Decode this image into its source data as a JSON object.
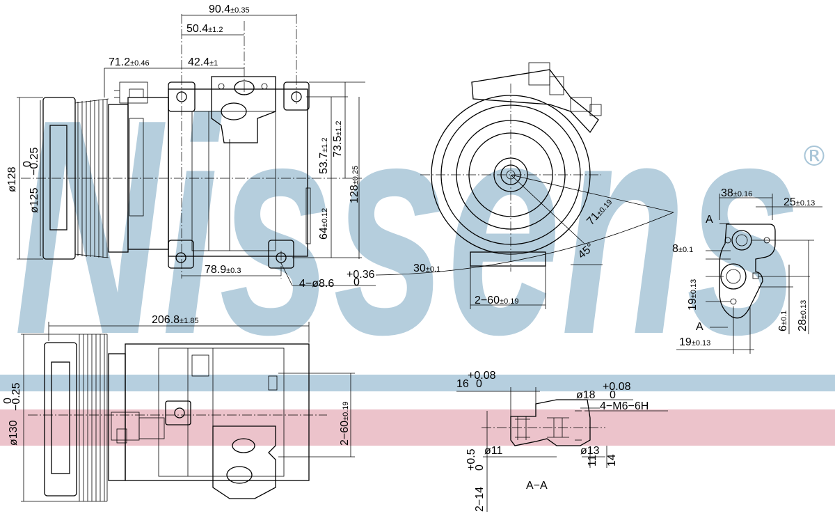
{
  "watermark": {
    "brand": "Nissens",
    "registered_mark": "®",
    "band_color_blue": "#9dbfd4",
    "band_color_red": "#e4a9b5",
    "letter_color": "#a9c6d8"
  },
  "dims": {
    "d1": "90.4",
    "t1": "±0.35",
    "d2": "50.4",
    "t2": "±1.2",
    "d3": "71.2",
    "t3": "±0.46",
    "d4": "42.4",
    "t4": "±1",
    "d5": "53.7",
    "t5": "±1.2",
    "d6": "73.5",
    "t6": "±1.2",
    "d7": "128",
    "t7": "±0.25",
    "d8": "64",
    "t8": "±0.12",
    "d9": "78.9",
    "t9": "±0.3",
    "d10": "4−ø8.6",
    "t10a": "+0.36",
    "t10b": "0",
    "d11": "ø128",
    "d12": "ø125",
    "t12a": "0",
    "t12b": "−0.25",
    "d13": "71",
    "t13": "±0.19",
    "d14": "45°",
    "d15": "30",
    "t15": "±0.1",
    "d16": "2−60",
    "t16": "±0.19",
    "d17": "38",
    "t17": "±0.16",
    "d18": "25",
    "t18": "±0.13",
    "d19": "8",
    "t19": "±0.1",
    "d20": "19",
    "t20": "±0.13",
    "d21": "6",
    "t21": "±0.1",
    "d22": "28",
    "t22": "±0.13",
    "d23": "19",
    "t23": "±0.13",
    "secA1": "A",
    "secA2": "A",
    "d24": "206.8",
    "t24": "±1.85",
    "d25": "ø130",
    "t25a": "0",
    "t25b": "−0.25",
    "d26": "2−60",
    "t26": "±0.19",
    "d27": "16",
    "t27a": "+0.08",
    "t27b": "0",
    "d28": "ø18",
    "t28a": "+0.08",
    "t28b": "0",
    "d29": "4−M6−6H",
    "d30": "ø11",
    "d31": "ø13",
    "d32": "11",
    "d33": "14",
    "d34": "2−14",
    "t34a": "+0.5",
    "t34b": "0",
    "section_label": "A−A"
  }
}
